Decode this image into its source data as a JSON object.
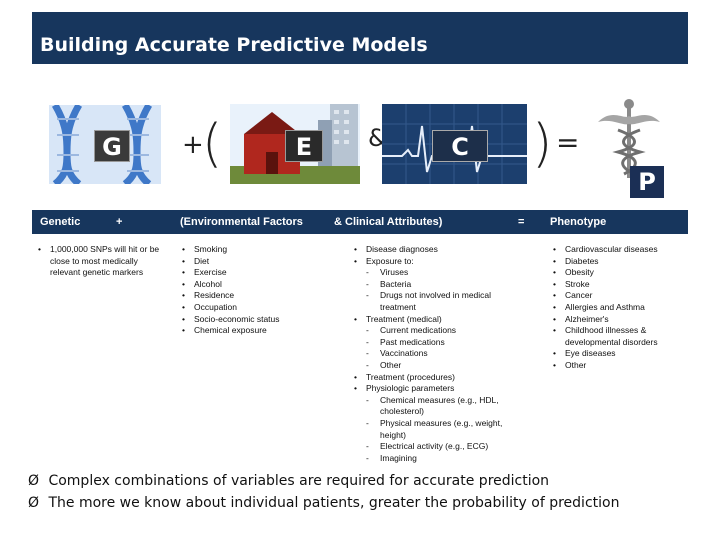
{
  "title": "Building Accurate Predictive Models",
  "equation": {
    "g_letter": "G",
    "plus": "+",
    "open_paren": "(",
    "e_letter": "E",
    "ampersand": "&",
    "c_letter": "C",
    "close_paren": ")",
    "equals": "=",
    "p_letter": "P"
  },
  "table_header": {
    "genetic": "Genetic",
    "plus": "+",
    "environmental": "(Environmental Factors",
    "amp_clinical": "& Clinical Attributes)",
    "equals": "=",
    "phenotype": "Phenotype"
  },
  "genetic_items": [
    "1,000,000 SNPs will hit or be close to most medically relevant genetic markers"
  ],
  "environmental_items": [
    "Smoking",
    "Diet",
    "Exercise",
    "Alcohol",
    "Residence",
    "Occupation",
    "Socio-economic status",
    "Chemical exposure"
  ],
  "clinical": {
    "disease_diagnoses": "Disease diagnoses",
    "exposure": "Exposure to:",
    "exposure_items": [
      "Viruses",
      "Bacteria",
      "Drugs not involved in medical treatment"
    ],
    "treatment_medical": "Treatment (medical)",
    "treatment_items": [
      "Current medications",
      "Past medications",
      "Vaccinations",
      "Other"
    ],
    "treatment_procedures": "Treatment (procedures)",
    "physiologic": "Physiologic parameters",
    "physiologic_items": [
      "Chemical measures (e.g., HDL, cholesterol)",
      "Physical measures (e.g., weight, height)",
      "Electrical activity (e.g., ECG)",
      "Imagining"
    ]
  },
  "phenotype_items": [
    "Cardiovascular diseases",
    "Diabetes",
    "Obesity",
    "Stroke",
    "Cancer",
    "Allergies and Asthma",
    "Alzheimer's",
    "Childhood illnesses & developmental disorders",
    "Eye diseases",
    "Other"
  ],
  "bullets": {
    "arrow": "Ø",
    "line1": "Complex combinations of variables are required for accurate prediction",
    "line2": "The more we know about individual patients, greater the probability of prediction"
  },
  "colors": {
    "header_bg": "#17365d",
    "dna_blue": "#3f78c8",
    "barn_red": "#b0271e",
    "ecg_bg": "#1c3f6e",
    "caduceus_grey": "#8a8a8a"
  },
  "icons": [
    "dna-image",
    "barn-city-image",
    "ecg-image",
    "caduceus-image"
  ]
}
